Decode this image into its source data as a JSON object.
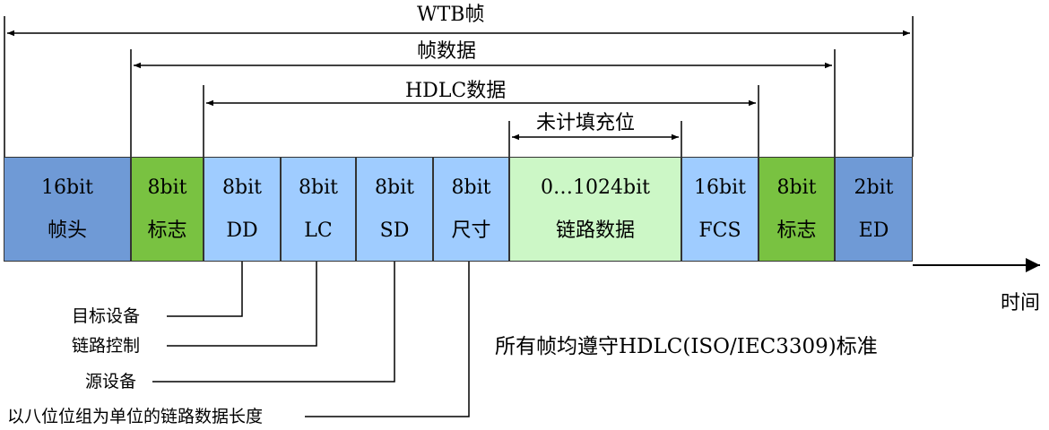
{
  "spans": {
    "wtb_frame": "WTB帧",
    "frame_data": "帧数据",
    "hdlc_data": "HDLC数据",
    "uncounted_fill": "未计填充位"
  },
  "fields": [
    {
      "size": "16bit",
      "name": "帧头",
      "color": "#6f9ad6"
    },
    {
      "size": "8bit",
      "name": "标志",
      "color": "#79c241"
    },
    {
      "size": "8bit",
      "name": "DD",
      "color": "#9fccff"
    },
    {
      "size": "8bit",
      "name": "LC",
      "color": "#9fccff"
    },
    {
      "size": "8bit",
      "name": "SD",
      "color": "#9fccff"
    },
    {
      "size": "8bit",
      "name": "尺寸",
      "color": "#9fccff"
    },
    {
      "size": "0…1024bit",
      "name": "链路数据",
      "color": "#ccf7c6"
    },
    {
      "size": "16bit",
      "name": "FCS",
      "color": "#9fccff"
    },
    {
      "size": "8bit",
      "name": "标志",
      "color": "#79c241"
    },
    {
      "size": "2bit",
      "name": "ED",
      "color": "#6f9ad6"
    }
  ],
  "time_axis_label": "时间",
  "annotations": {
    "dd": "目标设备",
    "lc": "链路控制",
    "sd": "源设备",
    "size": "以八位位组为单位的链路数据长度"
  },
  "standard_note": "所有帧均遵守HDLC(ISO/IEC3309)标准"
}
